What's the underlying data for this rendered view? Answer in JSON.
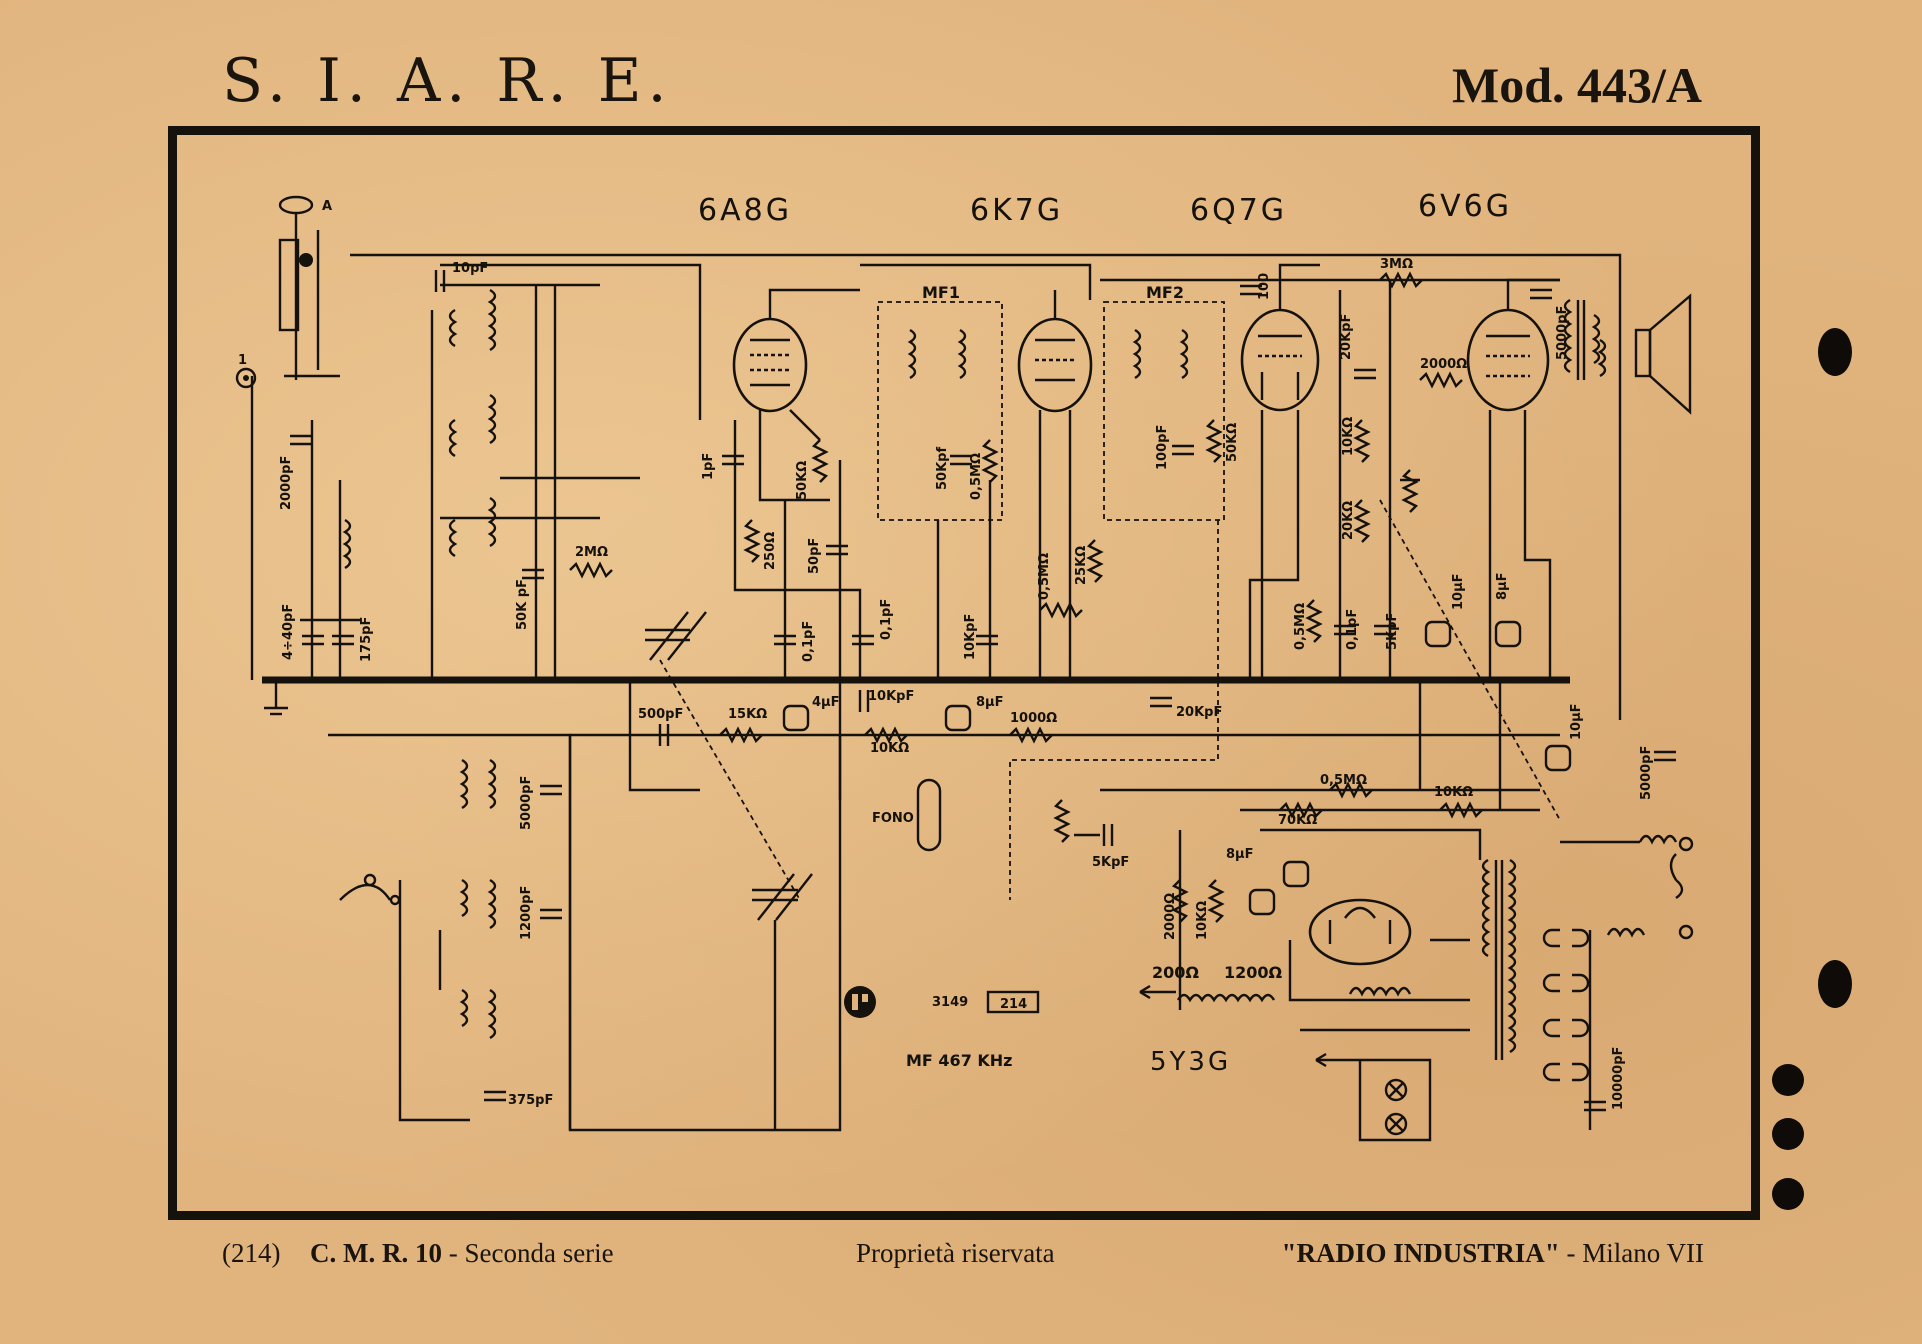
{
  "header": {
    "brand": "S. I. A. R. E.",
    "model": "Mod. 443/A"
  },
  "tubes": [
    {
      "id": "6A8G",
      "label": "6A8G"
    },
    {
      "id": "6K7G",
      "label": "6K7G"
    },
    {
      "id": "6Q7G",
      "label": "6Q7G"
    },
    {
      "id": "6V6G",
      "label": "6V6G"
    },
    {
      "id": "5Y3G",
      "label": "5Y3G"
    }
  ],
  "ifStages": {
    "mf1": "MF1",
    "mf2": "MF2"
  },
  "components": {
    "c10pF": "10pF",
    "c2000pF": "2000pF",
    "c4_40pF": "4÷40pF",
    "c175pF": "175pF",
    "c1pF": "1pF",
    "c50K": "50K pF",
    "r2M": "2MΩ",
    "r250": "250Ω",
    "r50K": "50KΩ",
    "c50pF": "50pF",
    "c01pF": "0,1pF",
    "c01pF_b": "0,1pF",
    "c50Kpf": "50Kpf",
    "r05M": "0,5MΩ",
    "c10KpF": "10KpF",
    "r05M_b": "0,5MΩ",
    "r25K": "25KΩ",
    "c100pF": "100pF",
    "r50K_b": "50KΩ",
    "c100": "100",
    "r3M": "3MΩ",
    "c20KpF": "20KpF",
    "r2000": "2000Ω",
    "c5000pF": "5000pF",
    "r10K": "10KΩ",
    "r20K": "20KΩ",
    "r05M_c": "0,5MΩ",
    "c01pF_c": "0,1pF",
    "c5KpF": "5KpF",
    "c10uF": "10μF",
    "c8uF": "8μF",
    "c500pF": "500pF",
    "r15K": "15KΩ",
    "c4uF": "4μF",
    "c10KpF_b": "10KpF",
    "r10K_b": "10KΩ",
    "c8uF_b": "8μF",
    "r1000": "1000Ω",
    "c20KpF_b": "20KpF",
    "c10uF_b": "10μF",
    "c5000pF_b": "5000pF",
    "r05M_d": "0,5MΩ",
    "r70K": "70KΩ",
    "r10K_c": "10KΩ",
    "fono": "FONO",
    "c5KpF_b": "5KpF",
    "c5000pF_c": "5000pF",
    "c1200pF": "1200pF",
    "c375pF": "375pF",
    "r2000_b": "2000Ω",
    "r10K_d": "10KΩ",
    "c8uF_c": "8μF",
    "r200": "200Ω",
    "r1200": "1200Ω",
    "c10000pF": "10000pF"
  },
  "notes": {
    "code": "3149",
    "boxed": "214",
    "mf": "MF 467 KHz"
  },
  "terminals": {
    "antenna": "A",
    "input1": "1"
  },
  "footer": {
    "number": "(214)",
    "series_bold": "C. M. R. 10",
    "series_rest": " - Seconda serie",
    "property": "Proprietà riservata",
    "publisher_bold": "\"RADIO INDUSTRIA\"",
    "publisher_rest": " - Milano VII"
  }
}
